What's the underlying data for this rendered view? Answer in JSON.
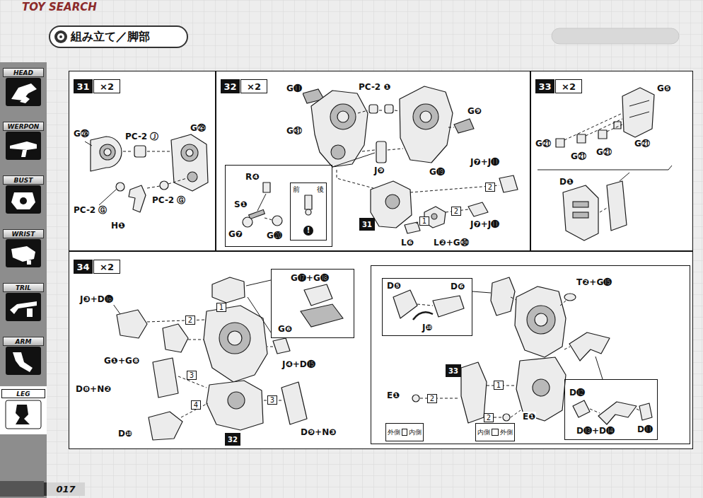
{
  "diagram": {
    "title": "組み立て／脚部",
    "nodes": [
      {
        "text": [
          "HEAD"
        ]
      },
      {
        "text": [
          "WERPON"
        ]
      },
      {
        "text": [
          "BUST"
        ]
      },
      {
        "text": [
          "WRIST"
        ]
      },
      {
        "text": [
          "TRIL"
        ]
      },
      {
        "text": [
          "ARM"
        ]
      },
      {
        "text": [
          "LEG"
        ]
      },
      {
        "text": [
          "017"
        ]
      },
      {
        "text": []
      },
      {
        "text": [
          "31"
        ],
        "in": 8
      },
      {
        "text": [
          "×2"
        ],
        "in": 8
      },
      {
        "text": []
      },
      {
        "text": [
          "32"
        ],
        "in": 11
      },
      {
        "text": [
          "×2"
        ],
        "in": 11
      },
      {
        "text": [],
        "in": 11
      },
      {
        "text": [
          "前",
          "後",
          "!"
        ],
        "in": 14
      },
      {
        "text": [
          "31"
        ],
        "in": 11
      },
      {
        "text": [
          "1"
        ],
        "in": 11
      },
      {
        "text": [
          "2"
        ],
        "in": 11
      },
      {
        "text": [
          "2"
        ],
        "in": 11
      },
      {
        "text": []
      },
      {
        "text": [
          "33"
        ],
        "in": 20
      },
      {
        "text": [
          "×2"
        ],
        "in": 20
      },
      {
        "text": []
      },
      {
        "text": [
          "34"
        ],
        "in": 23
      },
      {
        "text": [
          "×2"
        ],
        "in": 23
      },
      {
        "text": [],
        "in": 23
      },
      {
        "text": [
          "1"
        ],
        "in": 23
      },
      {
        "text": [
          "2"
        ],
        "in": 23
      },
      {
        "text": [
          "3"
        ],
        "in": 23
      },
      {
        "text": [
          "4"
        ],
        "in": 23
      },
      {
        "text": [
          "3"
        ],
        "in": 23
      },
      {
        "text": [
          "32"
        ],
        "in": 23
      },
      {
        "text": [],
        "in": 23
      },
      {
        "text": [],
        "in": 33
      },
      {
        "text": [
          "33"
        ],
        "in": 33
      },
      {
        "text": [
          "1"
        ],
        "in": 33
      },
      {
        "text": [
          "2"
        ],
        "in": 33
      },
      {
        "text": [
          "2"
        ],
        "in": 33
      },
      {
        "text": [
          "外側",
          "内側"
        ],
        "in": 33
      },
      {
        "text": [
          "内側",
          "外側"
        ],
        "in": 33
      },
      {
        "text": [],
        "in": 33
      }
    ],
    "labels": [
      "TOY SEARCH",
      "G㉘",
      "PC-2 Ⓙ",
      "G㉙",
      "PC-2 Ⓖ",
      "H❶",
      "PC-2 Ⓖ",
      "G⓫",
      "PC-2 ❶",
      "G❾",
      "G㉛",
      "J❾",
      "G⓳",
      "J❼+J⓫",
      "R❹",
      "S❶",
      "G❼",
      "G⓴",
      "L❻",
      "L❷+G㉚",
      "J❼+J⓫",
      "G❺",
      "G㉑",
      "G㉑",
      "G㉑",
      "G㉑",
      "D❶",
      "J❸+D⓰",
      "G⓱+G⓲",
      "G❻",
      "G❶+G❽",
      "J❹+D⓯",
      "D❽+N❷",
      "D❿",
      "D❾+N❸",
      "D❺",
      "D❻",
      "J❿",
      "T❷+G⓯",
      "E❶",
      "E❶",
      "D⓬",
      "D⓭+D⓮",
      "D⓫"
    ]
  }
}
